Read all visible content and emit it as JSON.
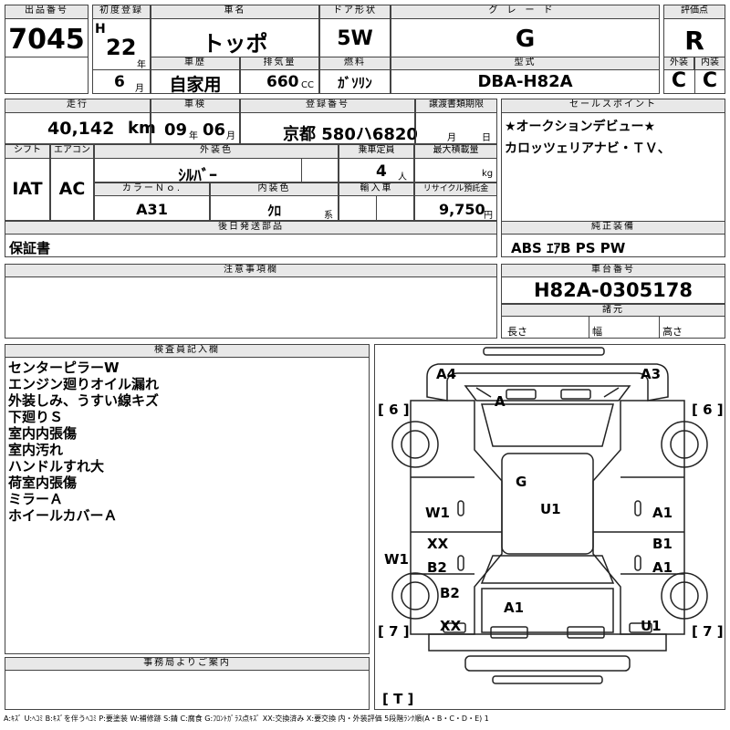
{
  "header": {
    "lot_label": "出品番号",
    "lot_value": "7045",
    "first_reg_label": "初度登録",
    "era": "H",
    "year": "22",
    "year_unit": "年",
    "month": "6",
    "month_unit": "月",
    "car_name_label": "車名",
    "car_name": "トッポ",
    "door_label": "ドア形状",
    "door": "5W",
    "grade_label": "グレード",
    "grade": "G",
    "score_label": "評価点",
    "score": "R",
    "history_label": "車歴",
    "history": "自家用",
    "displacement_label": "排気量",
    "displacement": "660",
    "displacement_unit": "CC",
    "fuel_label": "燃料",
    "fuel": "ｶﾞｿﾘﾝ",
    "model_label": "型式",
    "model": "DBA-H82A",
    "exterior_label": "外装",
    "exterior": "C",
    "interior_label": "内装",
    "interior": "C"
  },
  "row2": {
    "mileage_label": "走行",
    "mileage": "40,142",
    "mileage_unit": "km",
    "inspection_label": "車検",
    "inspection_year": "09",
    "inspection_month": "06",
    "year_unit": "年",
    "month_unit": "月",
    "plate_label": "登録番号",
    "plate": "京都 580ハ6820",
    "transfer_label": "譲渡書類期限",
    "transfer_month_unit": "月",
    "transfer_day_unit": "日",
    "sales_label": "セールスポイント",
    "sales_lines": [
      "★オークションデビュー★",
      "カロッツェリアナビ・ＴＶ、"
    ]
  },
  "row3": {
    "shift_label": "シフト",
    "shift": "IAT",
    "ac_label": "エアコン",
    "ac": "AC",
    "color_label": "外装色",
    "color": "ｼﾙﾊﾞｰ",
    "capacity_label": "乗車定員",
    "capacity": "4",
    "capacity_unit": "人",
    "loading_label": "最大積載量",
    "loading_unit": "kg",
    "color_no_label": "カラーＮｏ.",
    "color_no": "A31",
    "int_color_label": "内装色",
    "int_color": "ｸﾛ",
    "int_color_unit": "系",
    "import_label": "輸入車",
    "recycle_label": "リサイクル預託金",
    "recycle": "9,750",
    "recycle_unit": "円"
  },
  "later_parts": {
    "label": "後日発送部品",
    "value": "保証書"
  },
  "equipment": {
    "label": "純正装備",
    "value": "ABS ｴｱB PS PW"
  },
  "caution": {
    "label": "注意事項欄"
  },
  "chassis": {
    "label": "車台番号",
    "value": "H82A-0305178"
  },
  "specs": {
    "label": "諸元",
    "length": "長さ",
    "width": "幅",
    "height": "高さ"
  },
  "inspector": {
    "label": "検査員記入欄",
    "notes": [
      "センターピラーW",
      "エンジン廻りオイル漏れ",
      "外装しみ、うすい線キズ",
      "下廻りＳ",
      "室内内張傷",
      "室内汚れ",
      "ハンドルすれ大",
      "荷室内張傷",
      "ミラーＡ",
      "ホイールカバーＡ"
    ]
  },
  "office": {
    "label": "事務局よりご案内"
  },
  "diagram_marks": {
    "a4": "A4",
    "a3": "A3",
    "a_hood": "A",
    "g": "G",
    "u1_roof": "U1",
    "w1_left": "W1",
    "xx_left": "XX",
    "b2_left": "B2",
    "w1_far": "W1",
    "b2_rear": "B2",
    "a1_rear": "A1",
    "xx_rear": "XX",
    "a1_right_top": "A1",
    "b1_right": "B1",
    "a1_right_mid": "A1",
    "u1_rear": "U1",
    "tire_fl": "[ 6 ]",
    "tire_fr": "[ 6 ]",
    "tire_rl": "[ 7 ]",
    "tire_rr": "[ 7 ]",
    "tire_spare": "[ T ]"
  },
  "legend": "A:ｷｽﾞ  U:ﾍｺﾐ  B:ｷｽﾞを伴うﾍｺﾐ  P:要塗装  W:補修跡  S:錆  C:腐食  G:ﾌﾛﾝﾄｶﾞﾗｽ点ｷｽﾞ  XX:交換済み  X:要交換   内・外装評価  5段階ﾗﾝｸ順(A・B・C・D・E)  1"
}
